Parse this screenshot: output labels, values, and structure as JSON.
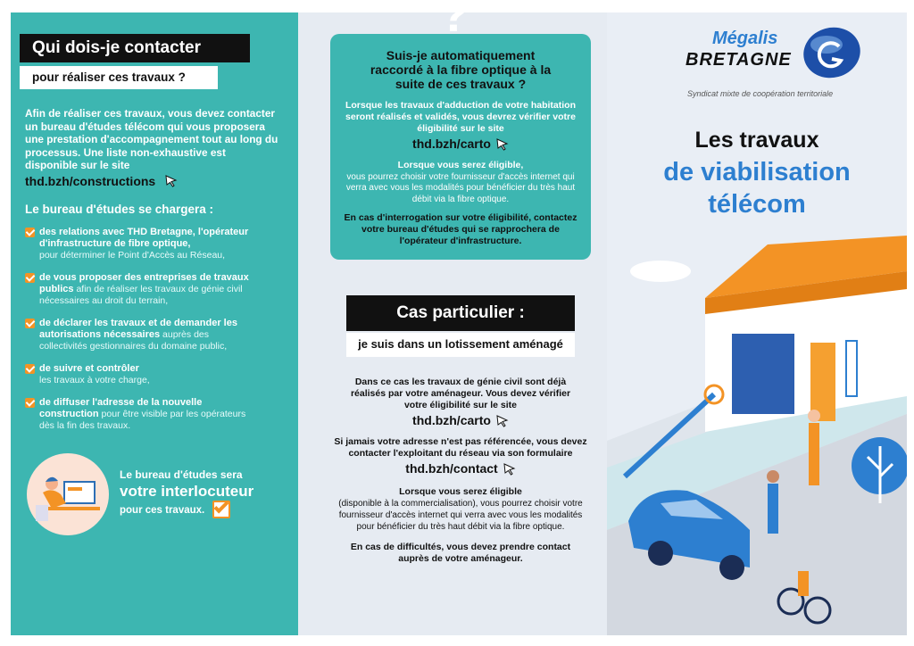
{
  "left": {
    "title": "Qui dois-je contacter",
    "subtitle": "pour réaliser ces travaux ?",
    "intro": "Afin de réaliser ces travaux, vous devez contacter un bureau d'études télécom qui vous proposera une prestation d'accompagnement tout au long du processus. Une liste non-exhaustive est disponible sur le site",
    "link": "thd.bzh/constructions",
    "heading": "Le bureau d'études se chargera :",
    "items": [
      {
        "bold": "des relations avec THD Bretagne, l'opérateur d'infrastructure de fibre optique,",
        "light": "pour déterminer le Point d'Accès au Réseau,"
      },
      {
        "bold": "de vous proposer des entreprises de travaux publics",
        "light": "afin de réaliser les travaux de génie civil nécessaires au droit du terrain,"
      },
      {
        "bold": "de déclarer les travaux et de demander les autorisations nécessaires",
        "light": "auprès des collectivités gestionnaires du domaine public,"
      },
      {
        "bold": "de suivre et contrôler",
        "light": "les travaux à votre charge,"
      },
      {
        "bold": "de diffuser l'adresse de la nouvelle construction",
        "light": "pour être visible par les opérateurs dès la fin des travaux."
      }
    ],
    "footer_line1": "Le bureau d'études sera",
    "footer_line2": "votre interlocuteur",
    "footer_line3": "pour ces travaux."
  },
  "middle": {
    "question": "Suis-je automatiquement raccordé à la fibre optique à la suite de ces travaux ?",
    "q_p1": "Lorsque les travaux d'adduction de votre habitation seront réalisés et validés, vous devrez vérifier votre éligibilité sur le site",
    "q_link": "thd.bzh/carto",
    "q_p2_bold": "Lorsque vous serez éligible,",
    "q_p2": "vous pourrez choisir votre fournisseur d'accès internet qui verra avec vous les modalités pour bénéficier du très haut débit via la fibre optique.",
    "q_p3": "En cas d'interrogation sur votre éligibilité, contactez votre bureau d'études qui se rapprochera de l'opérateur d'infrastructure.",
    "case_title": "Cas particulier :",
    "case_subtitle": "je suis dans un lotissement aménagé",
    "c_p1": "Dans ce cas les travaux de génie civil sont déjà réalisés par votre aménageur. Vous devez vérifier votre éligibilité sur le site",
    "c_link1": "thd.bzh/carto",
    "c_p2": "Si jamais votre adresse n'est pas référencée, vous devez contacter l'exploitant du réseau via son formulaire",
    "c_link2": "thd.bzh/contact",
    "c_p3_bold": "Lorsque vous serez éligible",
    "c_p3": "(disponible à la commercialisation), vous pourrez choisir votre fournisseur d'accès internet qui verra avec vous les modalités pour bénéficier du très haut débit via la fibre optique.",
    "c_p4": "En cas de difficultés, vous devez prendre contact auprès de votre aménageur."
  },
  "right": {
    "logo_line1": "Mégalis",
    "logo_line2": "BRETAGNE",
    "logo_tagline": "Syndicat mixte de coopération territoriale",
    "title_line1": "Les travaux",
    "title_line2": "de viabilisation",
    "title_line3": "télécom"
  },
  "colors": {
    "teal": "#3db6b1",
    "orange": "#f39325",
    "blue": "#2d7fd0"
  }
}
